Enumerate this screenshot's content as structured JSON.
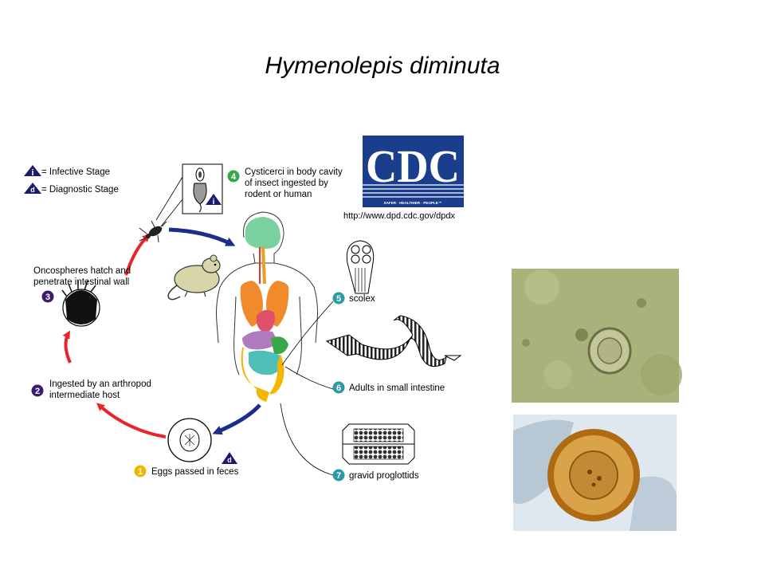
{
  "title": "Hymenolepis diminuta",
  "legend": {
    "infective_letter": "i",
    "infective_label": "= Infective Stage",
    "diagnostic_letter": "d",
    "diagnostic_label": "= Diagnostic Stage"
  },
  "stages": [
    {
      "number": "1",
      "lines": [
        "Eggs passed in feces"
      ]
    },
    {
      "number": "2",
      "lines": [
        "Ingested by an arthropod",
        "intermediate host"
      ]
    },
    {
      "number": "3",
      "lines": [
        "Oncospheres hatch and",
        "penetrate intestinal wall"
      ]
    },
    {
      "number": "4",
      "lines": [
        "Cysticerci in body cavity",
        "of insect ingested by",
        "rodent or human"
      ]
    },
    {
      "number": "5",
      "lines": [
        "scolex"
      ]
    },
    {
      "number": "6",
      "lines": [
        "Adults in small intestine"
      ]
    },
    {
      "number": "7",
      "lines": [
        "gravid proglottids"
      ]
    }
  ],
  "cdc": {
    "logo_text": "CDC",
    "tagline": "SAFER · HEALTHIER · PEOPLE™",
    "url": "http://www.dpd.cdc.gov/dpdx"
  },
  "colors": {
    "stage1": "#f5b400",
    "stage23": "#3d1a6e",
    "stage4": "#3aa64a",
    "stage567": "#2a9aa6",
    "arrow_red": "#e8252a",
    "arrow_blue": "#1c2d8c",
    "cdc_blue": "#1a3e8c"
  }
}
